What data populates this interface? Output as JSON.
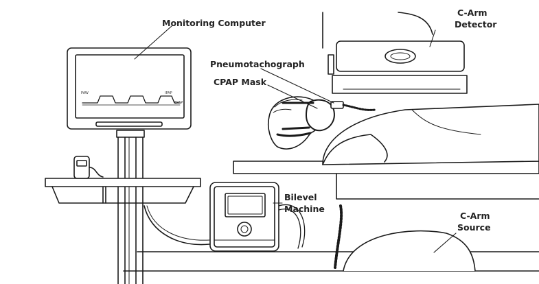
{
  "labels": {
    "monitoring_computer": "Monitoring Computer",
    "c_arm_detector_line1": "C-Arm",
    "c_arm_detector_line2": "Detector",
    "pneumotachograph": "Pneumotachograph",
    "cpap_mask": "CPAP Mask",
    "bilevel_line1": "Bilevel",
    "bilevel_line2": "Machine",
    "c_arm_source_line1": "C-Arm",
    "c_arm_source_line2": "Source"
  },
  "monitor": {
    "paw_label": "PAW",
    "ipap_label": "IPAP",
    "epap_label": "EPAP"
  },
  "colors": {
    "stroke": "#1a1a1a",
    "fill": "#ffffff",
    "label_text": "#222222"
  }
}
